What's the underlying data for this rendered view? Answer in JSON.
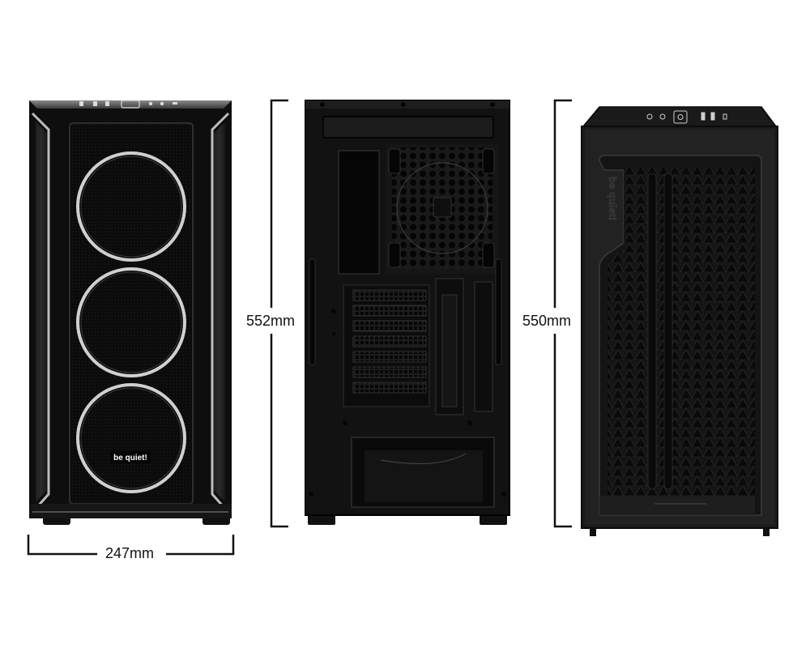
{
  "dimensions": {
    "height_front": "552mm",
    "height_side": "550mm",
    "width": "247mm"
  },
  "branding": {
    "front_logo": "be quiet!",
    "side_logo": "be quiet!"
  }
}
